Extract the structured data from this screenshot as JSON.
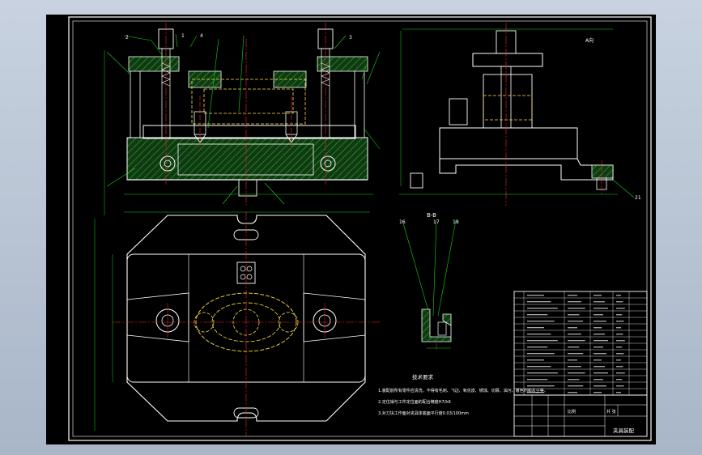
{
  "colors": {
    "background_outer": "#b4bfd0",
    "sheet": "#000000",
    "line": "#ffffff",
    "centerline": "#ff2020",
    "hidden": "#ffe14a",
    "leader": "#19d219",
    "hatch": "#2e8b2e",
    "dimension": "#19d219"
  },
  "labels": {
    "section": "B-B",
    "balloon_1": "1",
    "balloon_2": "2",
    "balloon_3": "3",
    "balloon_4": "4",
    "balloon_16": "16",
    "balloon_17": "17",
    "balloon_18": "18",
    "balloon_21": "21",
    "view_note": "A向"
  },
  "notes": {
    "title": "技术要求",
    "line1": "1.装配前所有零件应清洗，不得有毛刺、飞边、氧化皮、锈蚀、切屑、油污、着色剂和灰尘等。",
    "line2": "2.定位销与工件定位面的配合精度H7/h6",
    "line3": "3.对刀块工作面对夹具体底面平行度0.03/100mm"
  },
  "title_block": {
    "drawing_name": "夹具装配",
    "scale_label": "比例",
    "sheet_label": "共 张"
  }
}
